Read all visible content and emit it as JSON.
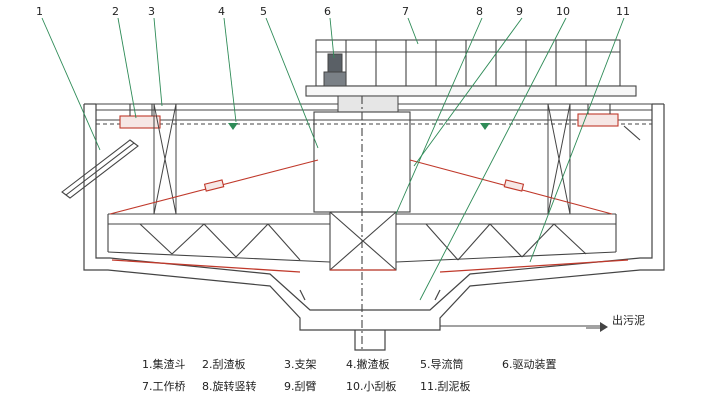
{
  "callouts": [
    "1",
    "2",
    "3",
    "4",
    "5",
    "6",
    "7",
    "8",
    "9",
    "10",
    "11"
  ],
  "legend": [
    "1.集渣斗",
    "2.刮渣板",
    "3.支架",
    "4.撇渣板",
    "5.导流筒",
    "6.驱动装置",
    "7.工作桥",
    "8.旋转竖转",
    "9.刮臂",
    "10.小刮板",
    "11.刮泥板"
  ],
  "outlet_label": "出污泥",
  "colors": {
    "line": "#444444",
    "accent": "#c0392b",
    "water": "#2e8b57"
  }
}
